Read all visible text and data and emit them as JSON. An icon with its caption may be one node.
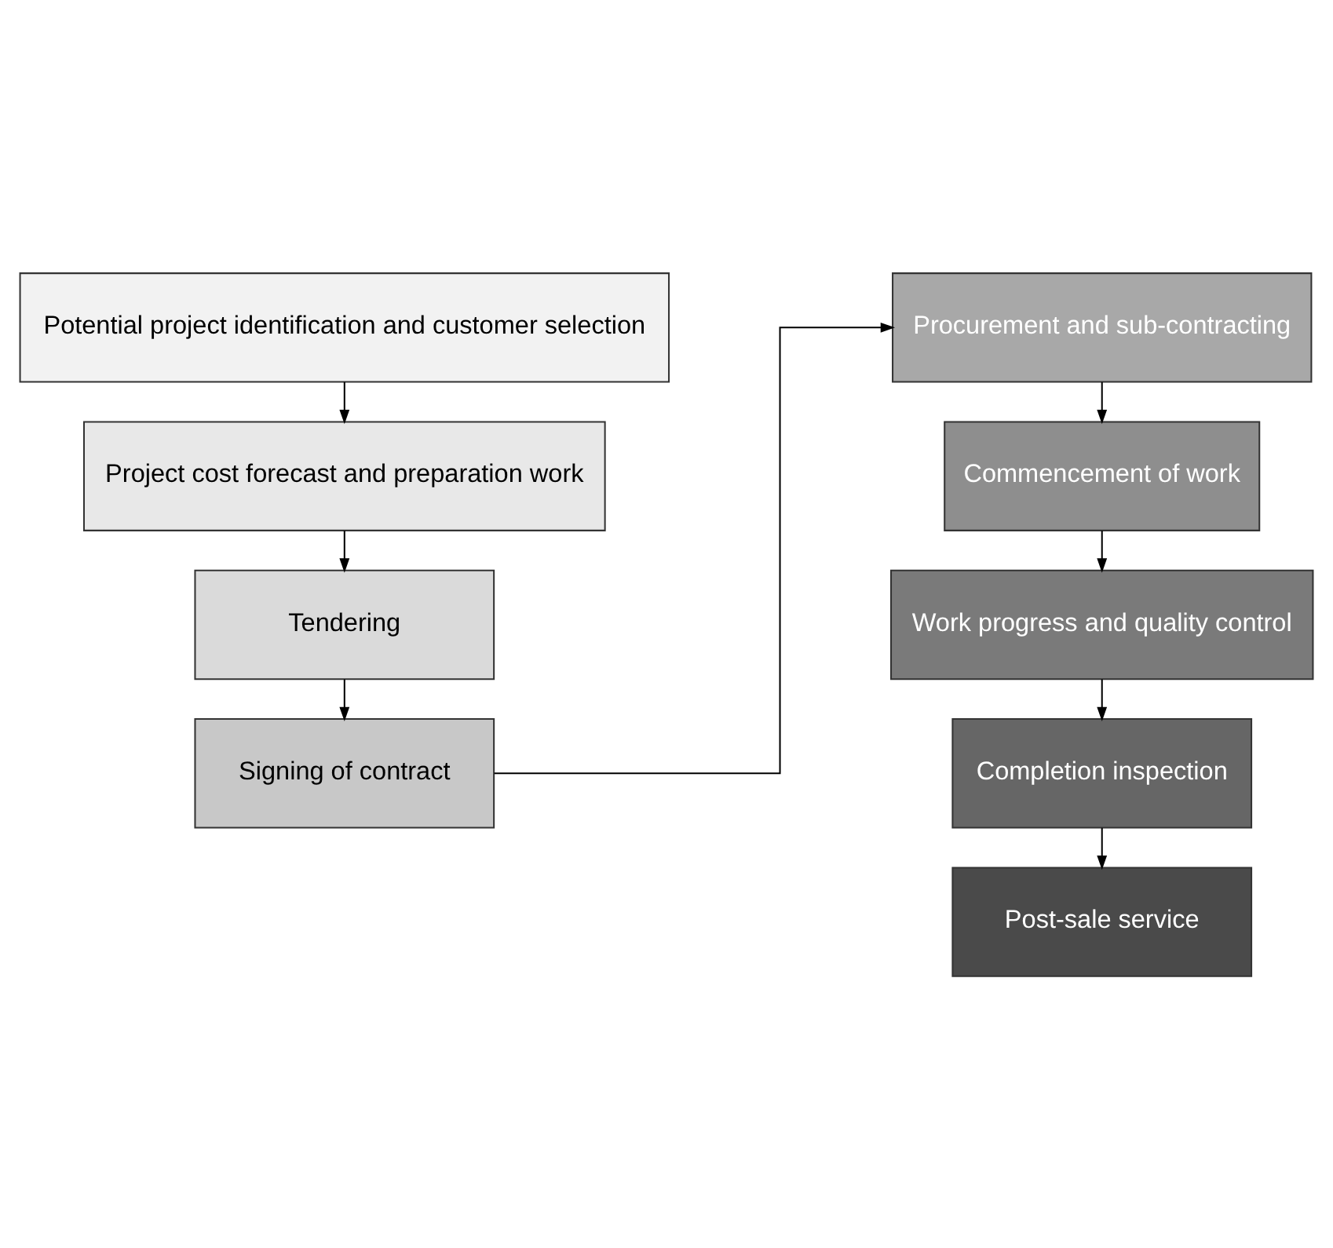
{
  "diagram": {
    "nodes": [
      {
        "text": [
          "Potential project identification and customer selection"
        ]
      },
      {
        "text": [
          "Project cost forecast and preparation work"
        ]
      },
      {
        "text": [
          "Tendering"
        ]
      },
      {
        "text": [
          "Signing of contract"
        ]
      },
      {
        "text": [
          "Procurement and sub-contracting"
        ]
      },
      {
        "text": [
          "Commencement of work"
        ]
      },
      {
        "text": [
          "Work progress and quality control"
        ]
      },
      {
        "text": [
          "Completion inspection"
        ]
      },
      {
        "text": [
          "Post-sale service"
        ]
      }
    ],
    "edges": [
      {
        "from": 0,
        "to": 1,
        "arrow": "to"
      },
      {
        "from": 1,
        "to": 2,
        "arrow": "to"
      },
      {
        "from": 2,
        "to": 3,
        "arrow": "to"
      },
      {
        "from": 3,
        "to": 4,
        "arrow": "to"
      },
      {
        "from": 4,
        "to": 5,
        "arrow": "to"
      },
      {
        "from": 5,
        "to": 6,
        "arrow": "to"
      },
      {
        "from": 6,
        "to": 7,
        "arrow": "to"
      },
      {
        "from": 7,
        "to": 8,
        "arrow": "to"
      }
    ]
  }
}
